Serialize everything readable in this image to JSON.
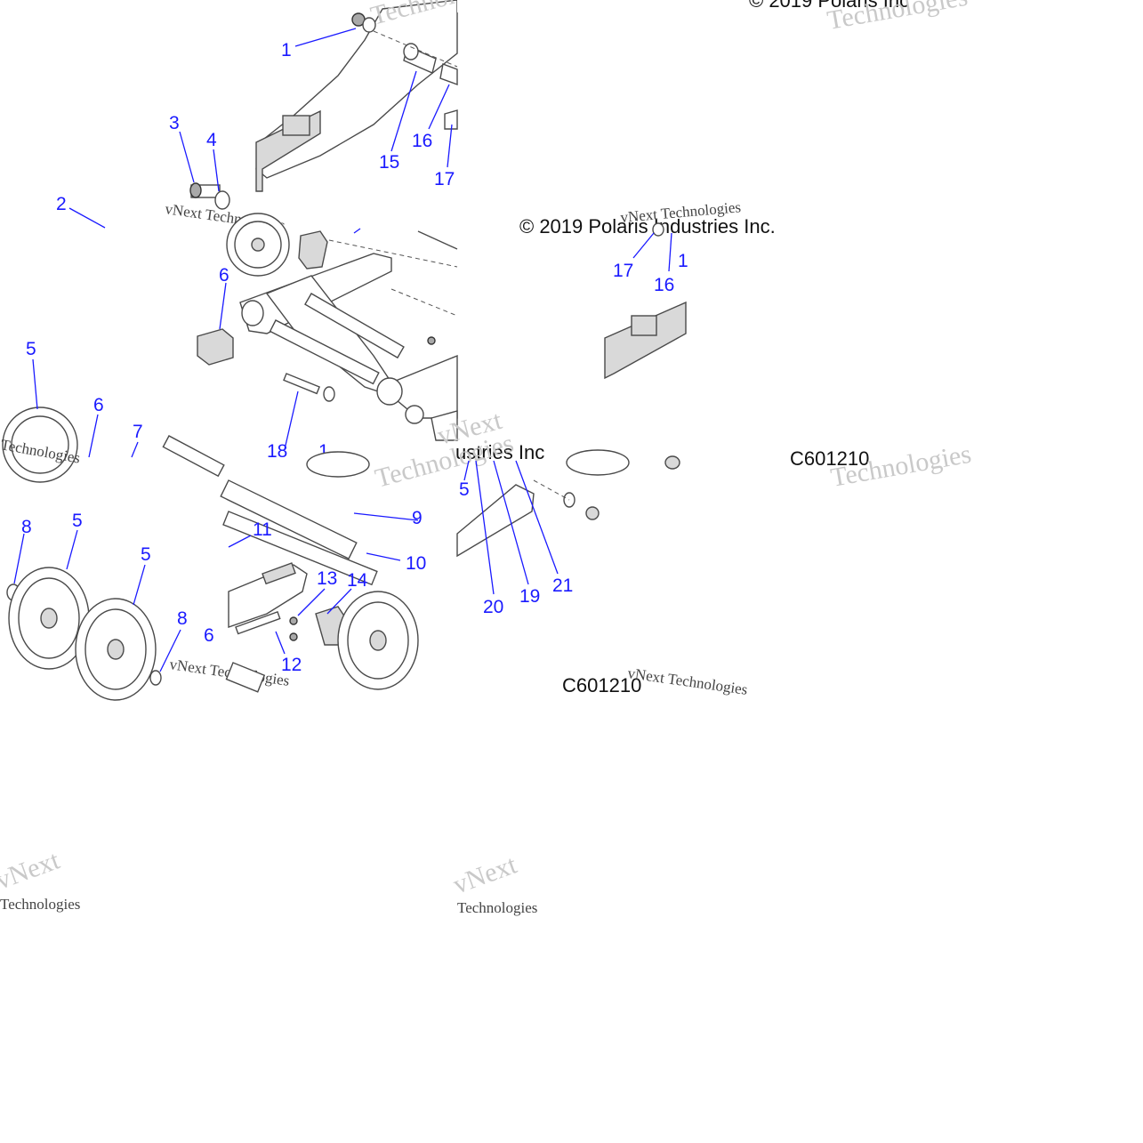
{
  "diagram": {
    "callouts": [
      "1",
      "2",
      "3",
      "4",
      "5",
      "6",
      "7",
      "8",
      "9",
      "10",
      "11",
      "12",
      "13",
      "14",
      "15",
      "16",
      "17",
      "18",
      "19",
      "20",
      "21"
    ],
    "copyright_full": "© 2019 Polaris Industries Inc.",
    "copyright_top_fragment": "© 2019 Polaris Inc",
    "copyright_mid_fragment": "ustries Inc",
    "code": "C601210",
    "watermark_line1": "vNext",
    "watermark_line2": "Technologies",
    "watermark_combo": "vNext Technologies"
  }
}
